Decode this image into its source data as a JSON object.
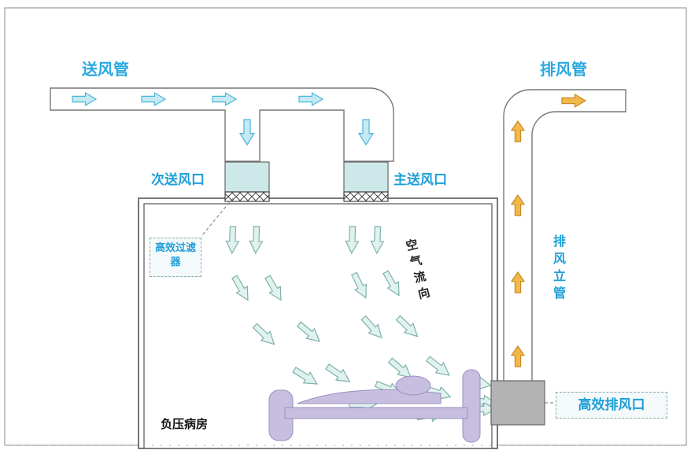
{
  "labels": {
    "supply_duct": "送风管",
    "exhaust_duct": "排风管",
    "secondary_outlet": "次送风口",
    "main_outlet": "主送风口",
    "hepa_filter": "高效过滤器",
    "airflow_direction": "空气流向",
    "exhaust_riser": "排风立管",
    "hepa_exhaust": "高效排风口",
    "room": "负压病房"
  },
  "colors": {
    "title_blue": "#29a8e0",
    "label_blue": "#1e9fd8",
    "duct_fill": "#ffffff",
    "duct_stroke": "#777777",
    "supply_arrow": "#c7e9f3",
    "supply_arrow_stroke": "#49b7da",
    "exhaust_arrow": "#f2b84b",
    "outlet_fill": "#cde8e8",
    "exhaust_box": "#b3b3b3",
    "bed_fill": "#c8bfe0",
    "flow_arrow": "#e0f2f0"
  }
}
